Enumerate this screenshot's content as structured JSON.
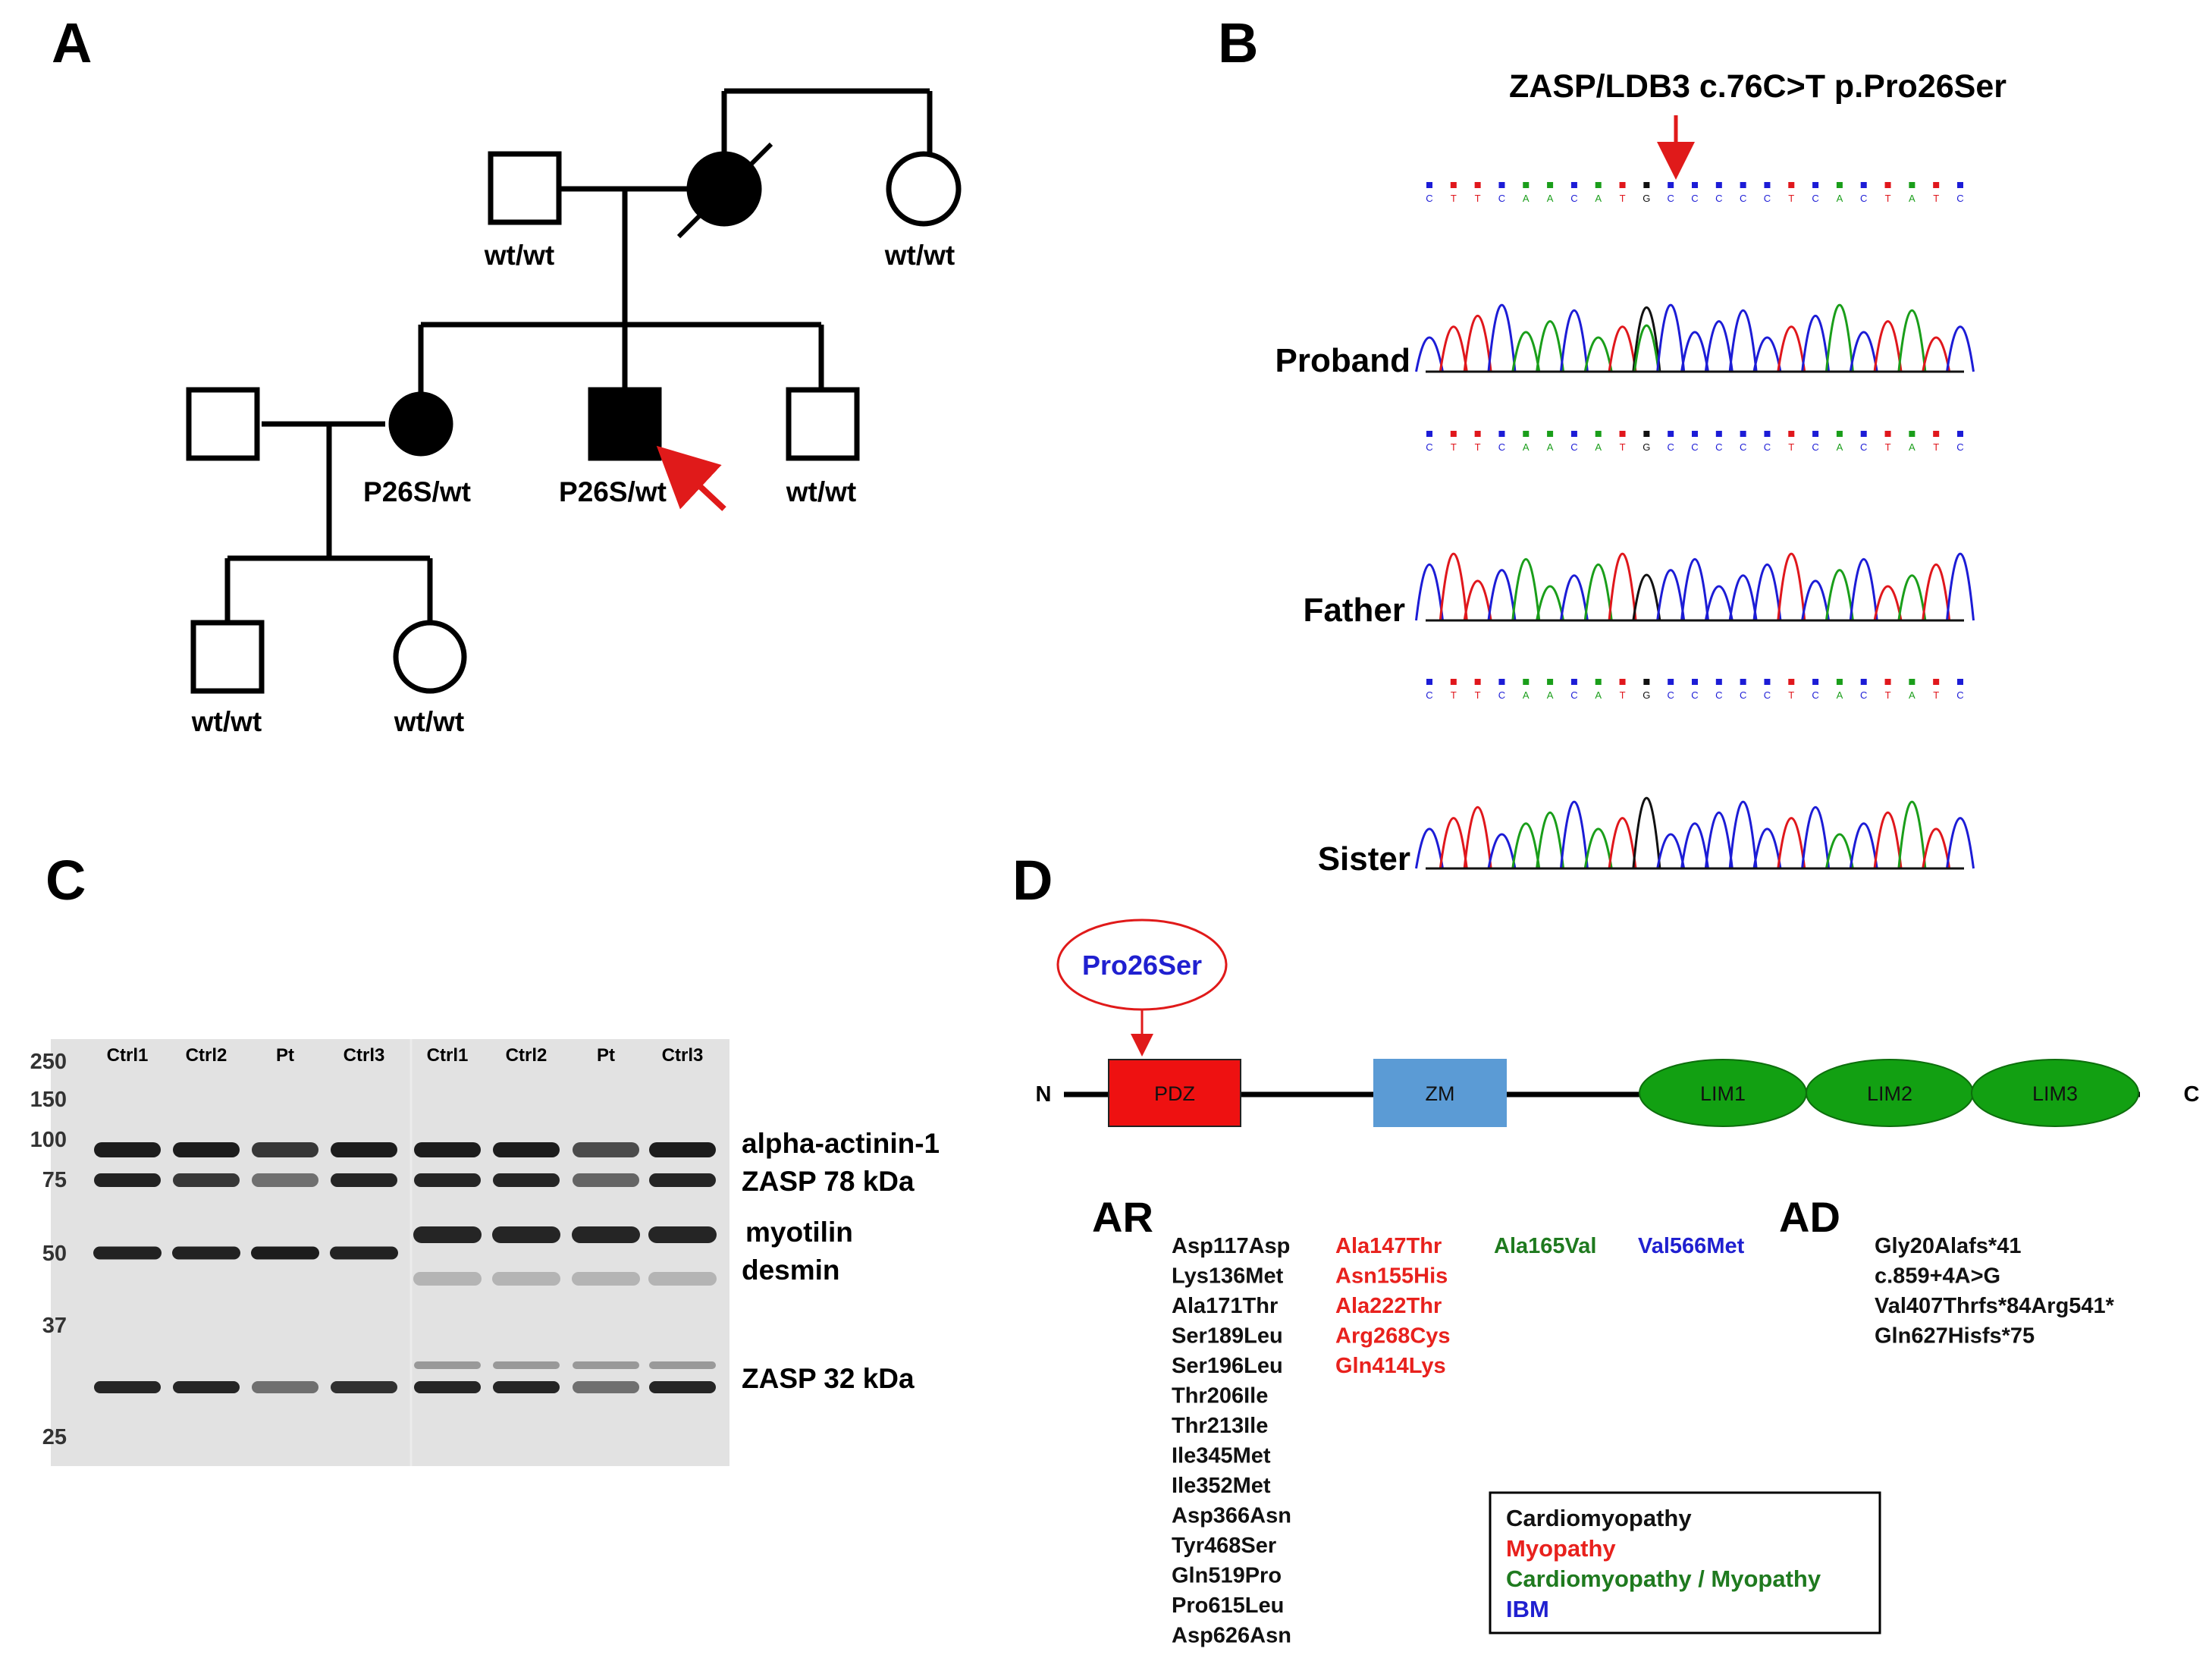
{
  "panel_a": {
    "letter": "A",
    "genotypes": {
      "grandfather": "wt/wt",
      "grandmother_sibling": "wt/wt",
      "sister": "P26S/wt",
      "proband": "P26S/wt",
      "brother": "wt/wt",
      "nephew": "wt/wt",
      "niece": "wt/wt"
    }
  },
  "panel_b": {
    "letter": "B",
    "title": "ZASP/LDB3 c.76C>T p.Pro26Ser",
    "traces": [
      {
        "label": "Proband",
        "bases": [
          "C",
          "T",
          "T",
          "C",
          "A",
          "A",
          "C",
          "A",
          "T",
          "G",
          "C",
          "C",
          "C",
          "C",
          "C",
          "T",
          "C",
          "A",
          "C",
          "T",
          "A",
          "T",
          "C"
        ]
      },
      {
        "label": "Father",
        "bases": [
          "C",
          "T",
          "T",
          "C",
          "A",
          "A",
          "C",
          "A",
          "T",
          "G",
          "C",
          "C",
          "C",
          "C",
          "C",
          "T",
          "C",
          "A",
          "C",
          "T",
          "A",
          "T",
          "C"
        ]
      },
      {
        "label": "Sister",
        "bases": [
          "C",
          "T",
          "T",
          "C",
          "A",
          "A",
          "C",
          "A",
          "T",
          "G",
          "C",
          "C",
          "C",
          "C",
          "C",
          "T",
          "C",
          "A",
          "C",
          "T",
          "A",
          "T",
          "C"
        ]
      }
    ],
    "base_colors": {
      "A": "#1a9e1a",
      "C": "#1c1cd6",
      "G": "#111111",
      "T": "#e0171c"
    }
  },
  "panel_c": {
    "letter": "C",
    "lanes": [
      "Ctrl1",
      "Ctrl2",
      "Pt",
      "Ctrl3",
      "Ctrl1",
      "Ctrl2",
      "Pt",
      "Ctrl3"
    ],
    "markers": [
      "250",
      "150",
      "100",
      "75",
      "50",
      "37",
      "25"
    ],
    "band_labels": [
      "alpha-actinin-1",
      "ZASP 78 kDa",
      "myotilin",
      "desmin",
      "ZASP 32 kDa"
    ]
  },
  "panel_d": {
    "letter": "D",
    "mutation": "Pro26Ser",
    "terminal_n": "N",
    "terminal_c": "C",
    "domains": [
      "PDZ",
      "ZM",
      "LIM1",
      "LIM2",
      "LIM3"
    ],
    "ar_label": "AR",
    "ad_label": "AD",
    "ar_cardiomyopathy": [
      "Asp117Asp",
      "Lys136Met",
      "Ala171Thr",
      "Ser189Leu",
      "Ser196Leu",
      "Thr206Ile",
      "Thr213Ile",
      "Ile345Met",
      "Ile352Met",
      "Asp366Asn",
      "Tyr468Ser",
      "Gln519Pro",
      "Pro615Leu",
      "Asp626Asn"
    ],
    "ar_myopathy": [
      "Ala147Thr",
      "Asn155His",
      "Ala222Thr",
      "Arg268Cys",
      "Gln414Lys"
    ],
    "ar_cardio_myopathy": [
      "Ala165Val"
    ],
    "ar_ibm": [
      "Val566Met"
    ],
    "ad_variants": [
      "Gly20Alafs*41",
      "c.859+4A>G",
      "Val407Thrfs*84Arg541*",
      "Gln627Hisfs*75"
    ],
    "legend": [
      "Cardiomyopathy",
      "Myopathy",
      "Cardiomyopathy / Myopathy",
      "IBM"
    ],
    "colors": {
      "cardiomyopathy": "#111111",
      "myopathy": "#e8211d",
      "cardio_myopathy": "#1f7a1f",
      "ibm": "#2020d0",
      "pdz": "#ee1111",
      "zm": "#5b9bd5",
      "lim": "#12a012"
    }
  }
}
